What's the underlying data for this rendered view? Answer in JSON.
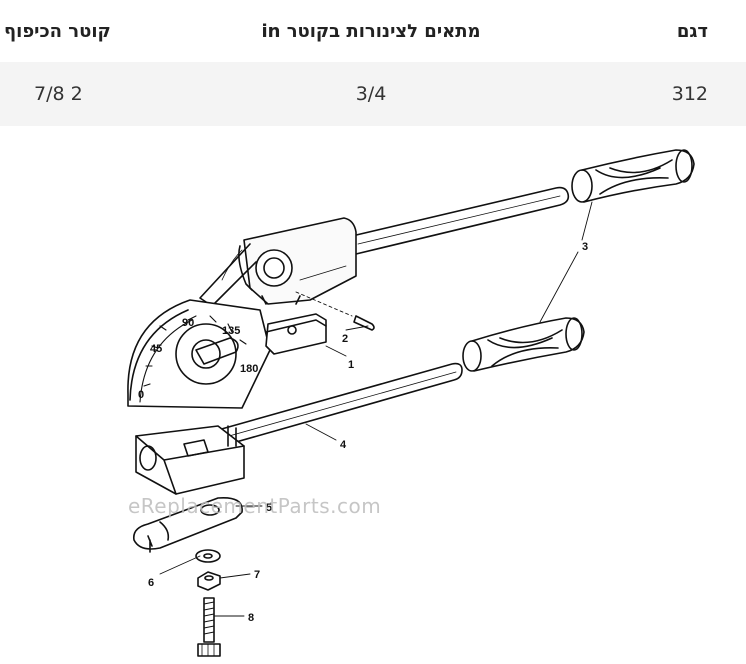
{
  "table": {
    "headers": {
      "model": "דגם",
      "fits_tubes": "מתאים לצינורות בקוטר in",
      "bend_diameter": "קוטר הכיפוף"
    },
    "rows": [
      {
        "model": "312",
        "fits_tubes": "3/4",
        "bend_diameter": "2 7/8"
      }
    ]
  },
  "diagram": {
    "callouts": [
      "1",
      "2",
      "3",
      "4",
      "5",
      "6",
      "7",
      "8"
    ],
    "scale_marks": [
      "45",
      "90",
      "135",
      "180",
      "0"
    ],
    "watermark": "eReplacementParts.com"
  }
}
